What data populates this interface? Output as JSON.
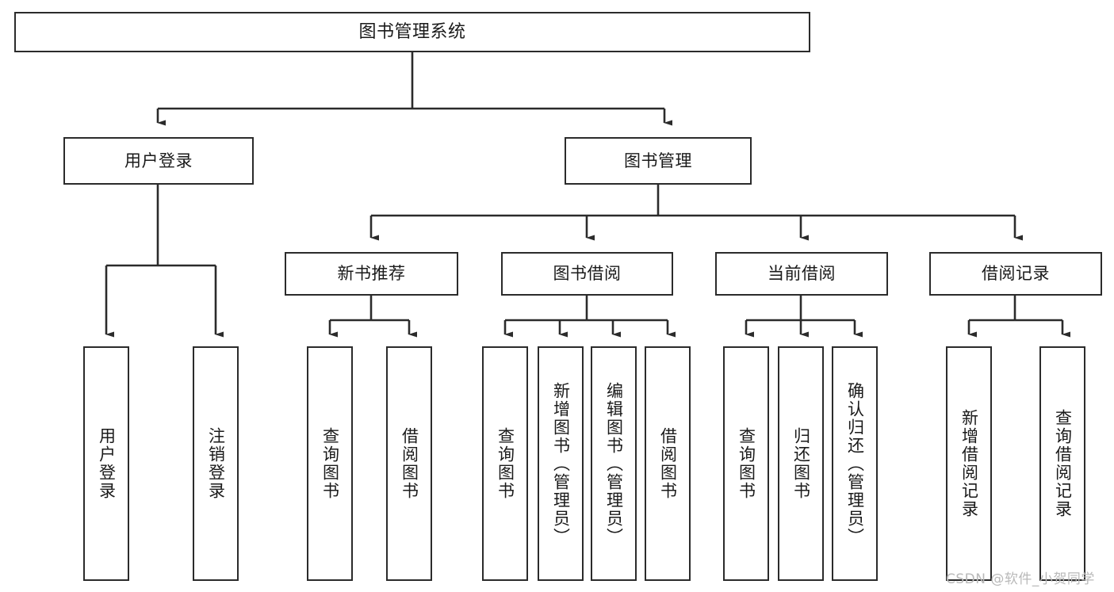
{
  "diagram": {
    "type": "tree-hierarchy",
    "title": "图书管理系统",
    "stroke_color": "#2b2b2b",
    "fill_color": "#ffffff",
    "text_color": "#1a1a1a",
    "nodes": {
      "root": {
        "label": "图书管理系统"
      },
      "level2": [
        {
          "id": "user-login",
          "label": "用户登录"
        },
        {
          "id": "book-manage",
          "label": "图书管理"
        }
      ],
      "level3": [
        {
          "id": "new-book-recommend",
          "label": "新书推荐"
        },
        {
          "id": "book-borrow",
          "label": "图书借阅"
        },
        {
          "id": "current-borrow",
          "label": "当前借阅"
        },
        {
          "id": "borrow-record",
          "label": "借阅记录"
        }
      ],
      "leaves": {
        "user-login": [
          {
            "id": "leaf-user-login",
            "label": "用户登录"
          },
          {
            "id": "leaf-logout-login",
            "label": "注销登录"
          }
        ],
        "new-book-recommend": [
          {
            "id": "leaf-query-book-1",
            "label": "查询图书"
          },
          {
            "id": "leaf-borrow-book-1",
            "label": "借阅图书"
          }
        ],
        "book-borrow": [
          {
            "id": "leaf-query-book-2",
            "label": "查询图书"
          },
          {
            "id": "leaf-add-book",
            "label": "新增图书（管理员）"
          },
          {
            "id": "leaf-edit-book",
            "label": "编辑图书（管理员）"
          },
          {
            "id": "leaf-borrow-book-2",
            "label": "借阅图书"
          }
        ],
        "current-borrow": [
          {
            "id": "leaf-query-book-3",
            "label": "查询图书"
          },
          {
            "id": "leaf-return-book",
            "label": "归还图书"
          },
          {
            "id": "leaf-confirm-return",
            "label": "确认归还（管理员）"
          }
        ],
        "borrow-record": [
          {
            "id": "leaf-add-record",
            "label": "新增借阅记录"
          },
          {
            "id": "leaf-query-record",
            "label": "查询借阅记录"
          }
        ]
      }
    }
  },
  "watermark": {
    "text": "CSDN @软件_小贺同学"
  }
}
